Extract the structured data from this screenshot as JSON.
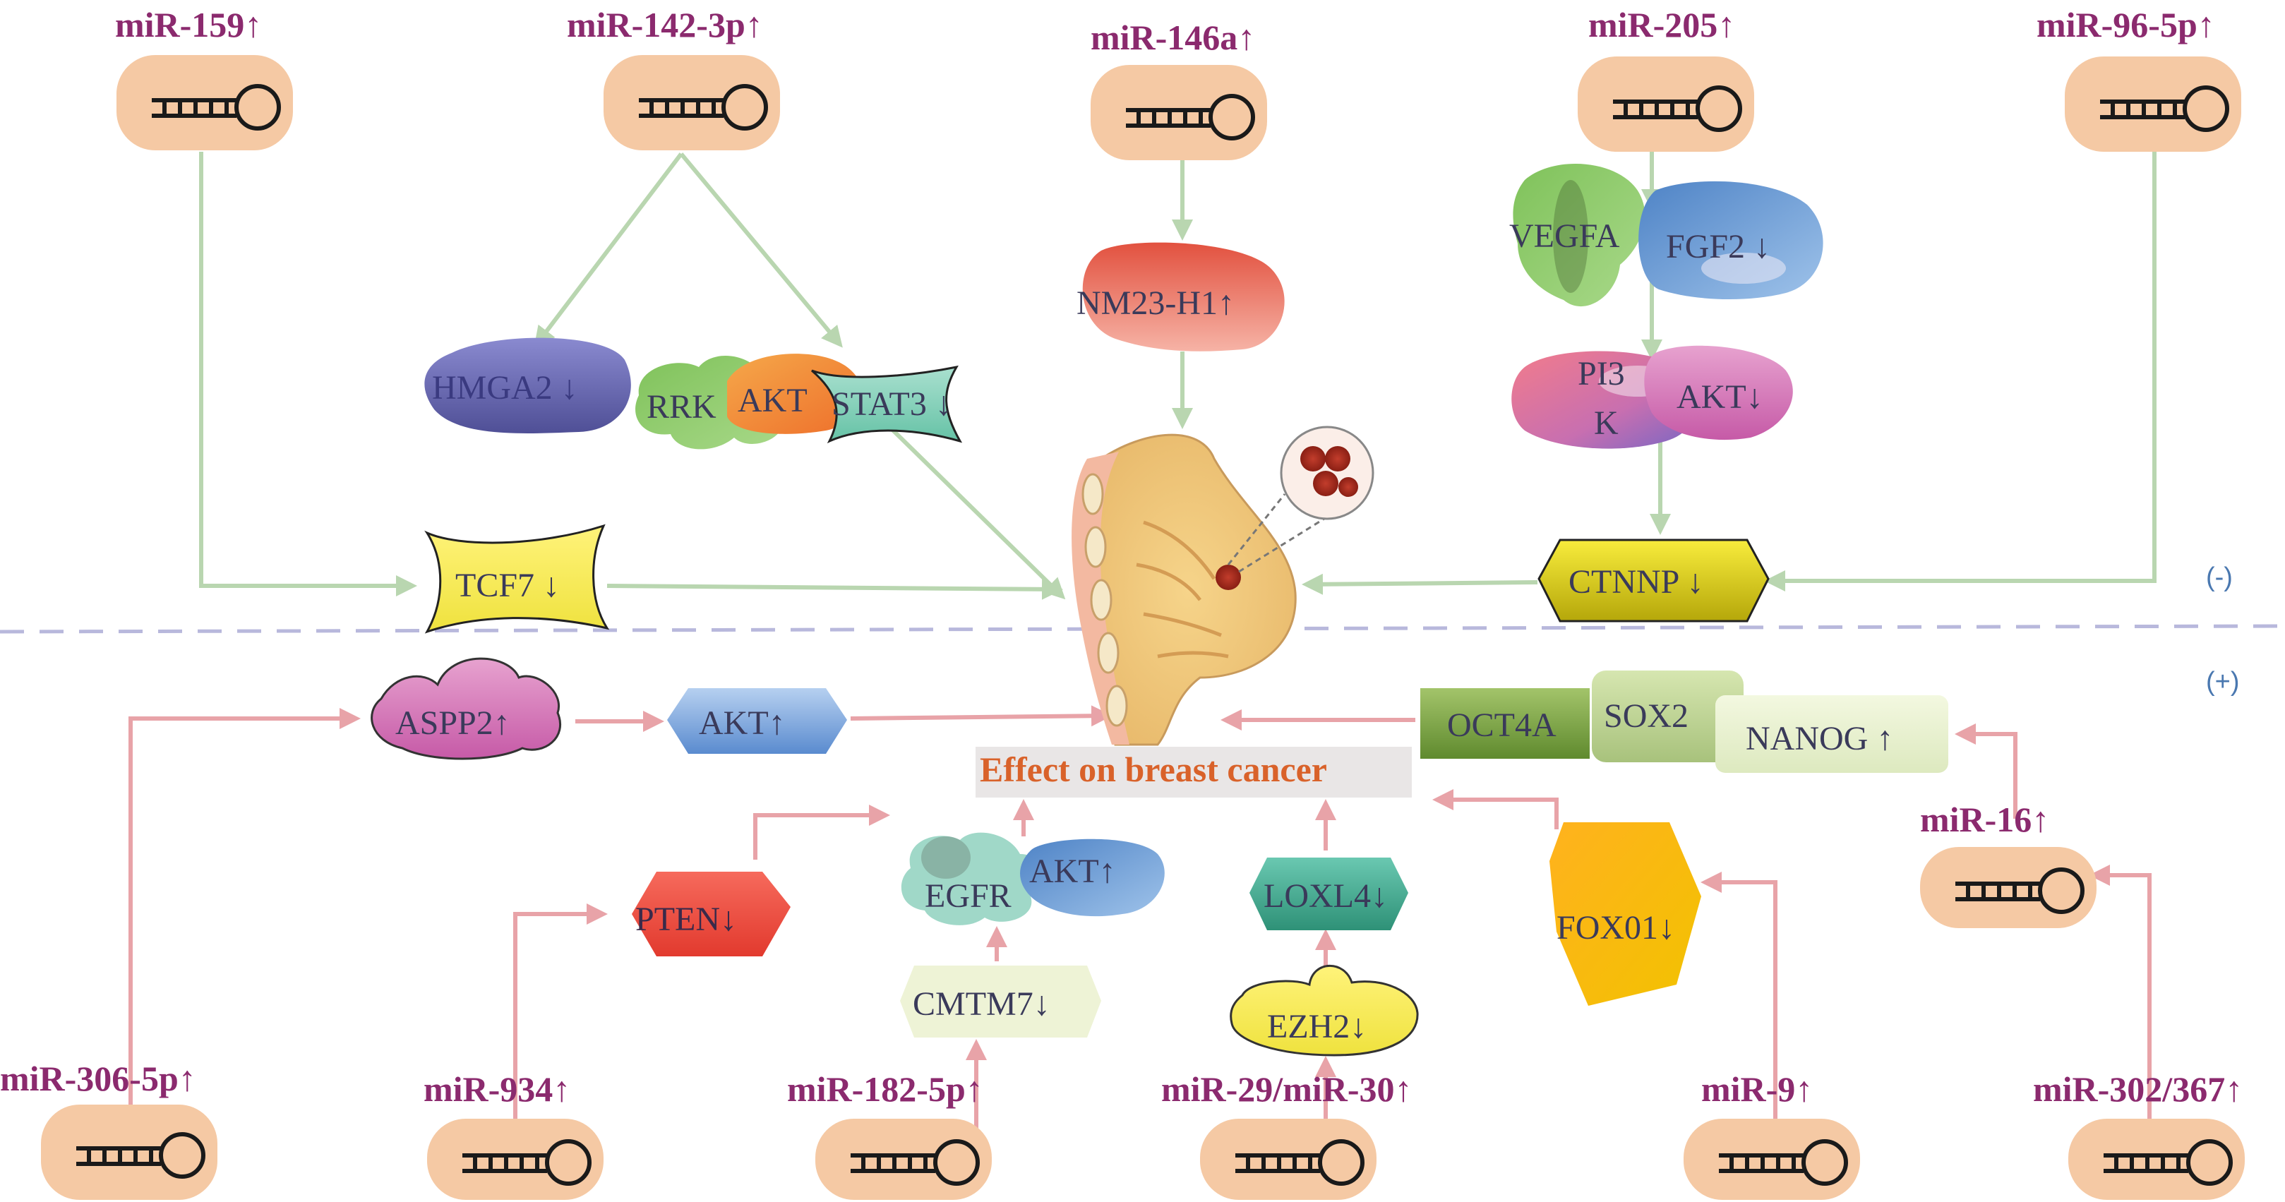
{
  "section_inhibit": "(-)",
  "section_promote": "(+)",
  "effect_label": "Effect on breast cancer",
  "mirnas": {
    "mir159": "miR-159↑",
    "mir142": "miR-142-3p↑",
    "mir146a": "miR-146a↑",
    "mir205": "miR-205↑",
    "mir96": "miR-96-5p↑",
    "mir306": "miR-306-5p↑",
    "mir934": "miR-934↑",
    "mir182": "miR-182-5p↑",
    "mir29": "miR-29/miR-30↑",
    "mir9": "miR-9↑",
    "mir16": "miR-16↑",
    "mir302": "miR-302/367↑"
  },
  "nodes": {
    "hmga2": "HMGA2 ↓",
    "rrk": "RRK",
    "akt_top": "AKT",
    "stat3": "STAT3 ↓",
    "tcf7": "TCF7 ↓",
    "nm23": "NM23-H1↑",
    "vegfa": "VEGFA",
    "fgf2": "FGF2 ↓",
    "pi3k_1": "PI3",
    "pi3k_2": "K",
    "akt_pi3k": "AKT↓",
    "ctnnp": "CTNNP ↓",
    "aspp2": "ASPP2↑",
    "akt_low": "AKT↑",
    "oct4a": "OCT4A",
    "sox2": "SOX2",
    "nanog": "NANOG ↑",
    "pten": "PTEN↓",
    "egfr": "EGFR",
    "akt_egfr": "AKT↑",
    "cmtm7": "CMTM7↓",
    "loxl4": "LOXL4↓",
    "ezh2": "EZH2↓",
    "fox01": "FOX01↓"
  },
  "colors": {
    "inhibit_arrow": "#b9d6b0",
    "promote_arrow": "#e8a3a8",
    "mirna_box": "#f5c9a4",
    "mirna_text": "#8b2a6e",
    "divider": "#b8b8dc"
  }
}
